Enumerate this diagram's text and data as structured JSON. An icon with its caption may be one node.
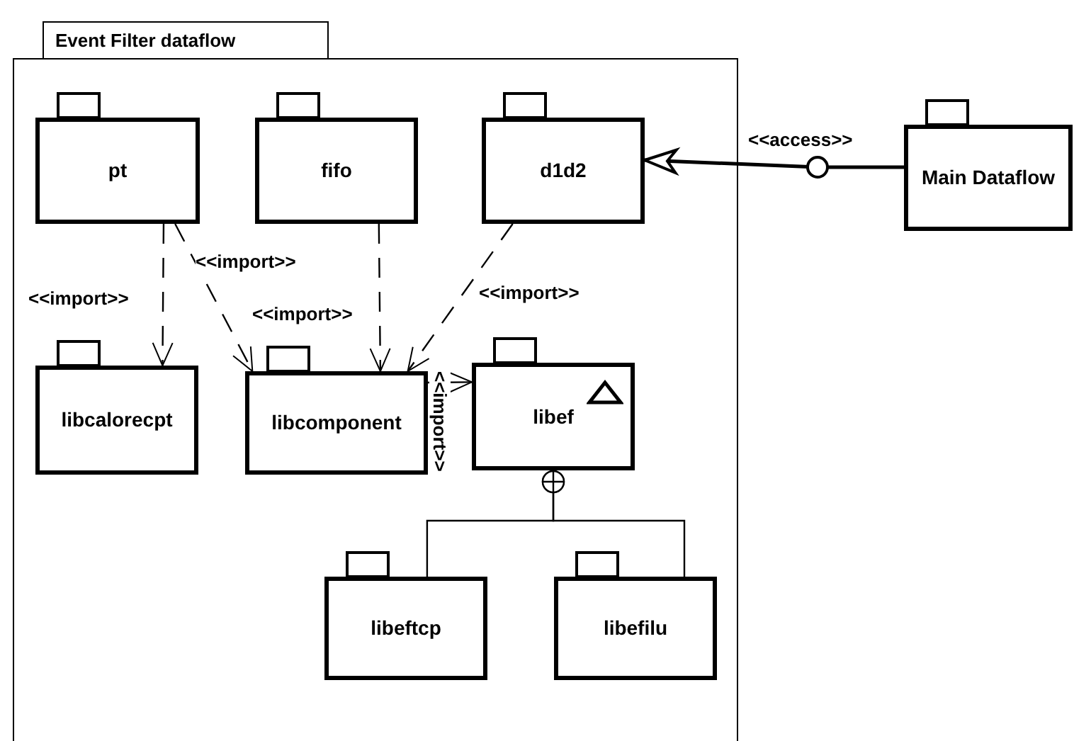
{
  "diagram": {
    "nodes": [
      {
        "text": [
          "Event Filter dataflow"
        ]
      },
      {
        "text": [
          "pt"
        ],
        "in": 0
      },
      {
        "text": [
          "fifo"
        ],
        "in": 0
      },
      {
        "text": [
          "d1d2"
        ],
        "in": 0
      },
      {
        "text": [
          "libcalorecpt"
        ],
        "in": 0
      },
      {
        "text": [
          "libcomponent"
        ],
        "in": 0
      },
      {
        "text": [
          "libef"
        ],
        "in": 0
      },
      {
        "text": [
          "libeftcp"
        ],
        "in": 0
      },
      {
        "text": [
          "libefilu"
        ],
        "in": 0
      },
      {
        "text": [
          "Main Dataflow"
        ]
      }
    ],
    "edges": [
      {
        "from": 1,
        "to": 4,
        "arrow": "to",
        "label": "<<import>>",
        "style": "dashed"
      },
      {
        "from": 1,
        "to": 5,
        "arrow": "to",
        "label": "<<import>>",
        "style": "dashed"
      },
      {
        "from": 2,
        "to": 5,
        "arrow": "to",
        "label": "<<import>>",
        "style": "dashed"
      },
      {
        "from": 3,
        "to": 5,
        "arrow": "to",
        "label": "<<import>>",
        "style": "dashed"
      },
      {
        "from": 5,
        "to": 6,
        "arrow": "to",
        "label": "<<import>>"
      },
      {
        "from": 9,
        "to": 3,
        "arrow": "to",
        "label": "<<access>>"
      },
      {
        "from": 6,
        "to": 7,
        "arrow": "other"
      },
      {
        "from": 6,
        "to": 8,
        "arrow": "other"
      }
    ]
  }
}
